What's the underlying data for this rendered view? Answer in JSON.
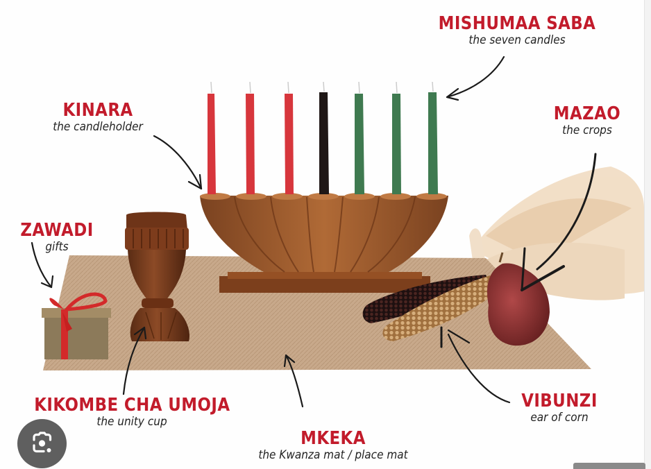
{
  "infographic": {
    "labels": {
      "mishumaa_saba": {
        "title": "MISHUMAA SABA",
        "subtitle": "the seven candles"
      },
      "kinara": {
        "title": "KINARA",
        "subtitle": "the candleholder"
      },
      "mazao": {
        "title": "MAZAO",
        "subtitle": "the crops"
      },
      "zawadi": {
        "title": "ZAWADI",
        "subtitle": "gifts"
      },
      "kikombe": {
        "title": "KIKOMBE CHA UMOJA",
        "subtitle": "the unity cup"
      },
      "mkeka": {
        "title": "MKEKA",
        "subtitle": "the Kwanza mat / place mat"
      },
      "vibunzi": {
        "title": "VIBUNZI",
        "subtitle": "ear of corn"
      }
    },
    "candles": [
      {
        "color": "red",
        "hex": "#d7363c"
      },
      {
        "color": "red",
        "hex": "#d7363c"
      },
      {
        "color": "red",
        "hex": "#d7363c"
      },
      {
        "color": "black",
        "hex": "#1f1716"
      },
      {
        "color": "green",
        "hex": "#3f7a50"
      },
      {
        "color": "green",
        "hex": "#3f7a50"
      },
      {
        "color": "green",
        "hex": "#3f7a50"
      }
    ],
    "colors": {
      "title_red": "#c21b2b",
      "subtitle_dark": "#222222",
      "wood": "#9a5a2c",
      "mat": "#c9ab8e"
    }
  },
  "overlay": {
    "lens_button": {
      "icon": "google-lens-icon",
      "color": "#5f5f5f"
    }
  }
}
